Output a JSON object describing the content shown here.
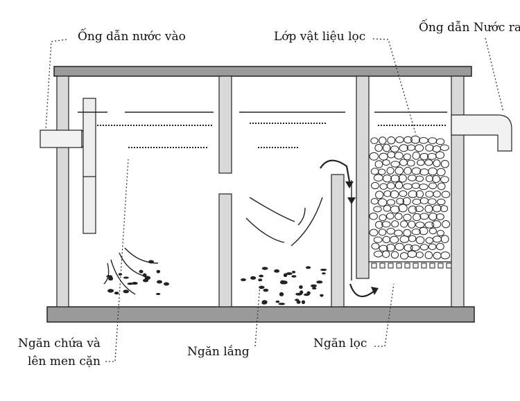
{
  "labels": {
    "inlet_pipe": "Ống dẫn nước vào",
    "filter_material": "Lớp vật liệu lọc",
    "outlet_pipe": "Ống dẫn Nước ra",
    "storage_chamber_line1": "Ngăn chứa và",
    "storage_chamber_line2": "lên men cặn",
    "settling_chamber": "Ngăn lắng",
    "filter_chamber": "Ngăn lọc"
  },
  "colors": {
    "wall_fill": "#d9d9d9",
    "slab_fill": "#9a9a9a",
    "line": "#222222"
  }
}
